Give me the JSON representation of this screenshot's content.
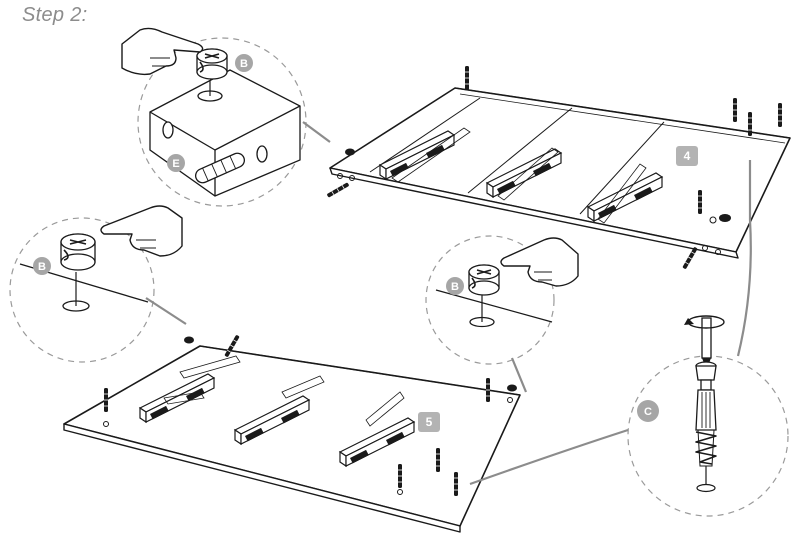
{
  "step_title": "Step 2:",
  "labels": {
    "cam_lock": "B",
    "dowel": "E",
    "cam_bolt": "C",
    "panel_upper": "4",
    "panel_lower": "5"
  },
  "colors": {
    "line": "#1a1a1a",
    "badge": "#a6a6a6",
    "panel_badge": "#b3b3b3",
    "dashed_circle": "#9a9a9a",
    "connector": "#8c8c8c",
    "title": "#8c8c8c"
  },
  "icons": [
    "hand-pointer-icon",
    "rotate-arrow-icon",
    "cam-lock-icon",
    "wooden-dowel-icon",
    "cam-bolt-icon",
    "screwdriver-icon"
  ]
}
